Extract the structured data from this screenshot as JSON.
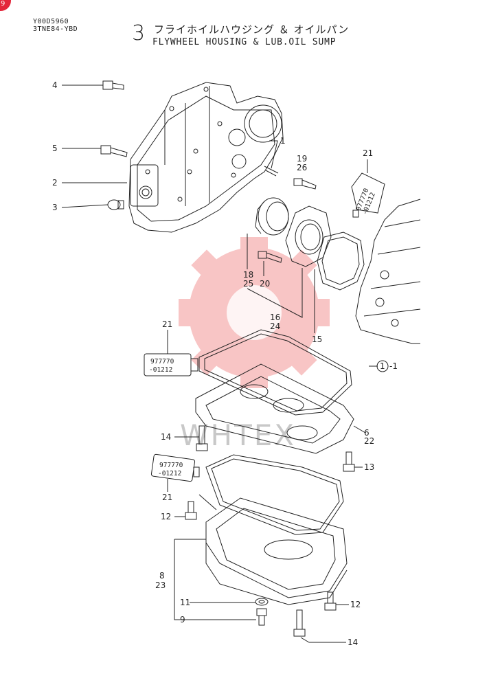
{
  "corner_badge": "9",
  "header": {
    "ref_code": "Y00D5960",
    "model": "3TNE84-YBD",
    "section_number": "3",
    "title_jp": "フライホイルハウジング ＆ オイルパン",
    "title_en": "FLYWHEEL HOUSING & LUB.OIL SUMP"
  },
  "watermark": "WHTEX",
  "callouts": {
    "c4": "4",
    "c5": "5",
    "c2": "2",
    "c3": "3",
    "c1": "1",
    "c19": "19",
    "c26": "26",
    "c21a": "21",
    "c18": "18",
    "c25": "25",
    "c20": "20",
    "c16": "16",
    "c24": "24",
    "c15": "15",
    "c21b": "21",
    "ref_circle": "1",
    "ref_dash": "-1",
    "c14a": "14",
    "c6": "6",
    "c22": "22",
    "c13": "13",
    "c21c": "21",
    "c12a": "12",
    "c8": "8",
    "c23": "23",
    "c11": "11",
    "c9": "9",
    "c12b": "12",
    "c14b": "14"
  },
  "sealant_tube": {
    "line1": "977770",
    "line2": "-01212"
  },
  "colors": {
    "line": "#222222",
    "watermark_red": "#ee5a5a",
    "badge": "#e3263a"
  }
}
